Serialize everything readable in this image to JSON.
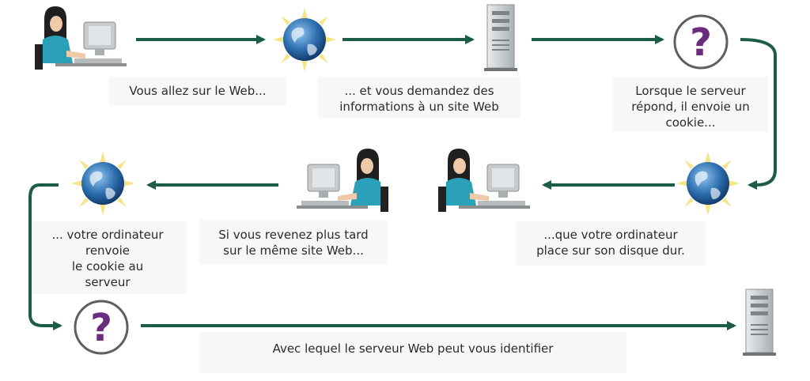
{
  "steps": {
    "s1": "Vous allez sur le Web...",
    "s2_line1": "... et vous demandez des",
    "s2_line2": "informations à un site Web",
    "s3_line1": "Lorsque le serveur",
    "s3_line2": "répond, il envoie un",
    "s3_line3": "cookie...",
    "s4_line1": "...que votre ordinateur",
    "s4_line2": "place sur son disque dur.",
    "s5_line1": "Si vous revenez plus tard",
    "s5_line2": "sur le même site Web...",
    "s6_line1": "... votre ordinateur",
    "s6_line2": "renvoie",
    "s6_line3": "le cookie au",
    "s6_line4": "serveur",
    "s7": "Avec lequel le serveur Web peut vous identifier"
  },
  "colors": {
    "arrow": "#1e5c4a",
    "question": "#6a2c7c",
    "globe": "#2f6fb0",
    "monitor": "#bfc3c5",
    "skin": "#f0c9a8",
    "shirt": "#2aa1b8"
  },
  "icons": {
    "user": "user-at-computer-icon",
    "globe": "globe-icon",
    "server": "server-icon",
    "question": "question-mark-icon"
  }
}
